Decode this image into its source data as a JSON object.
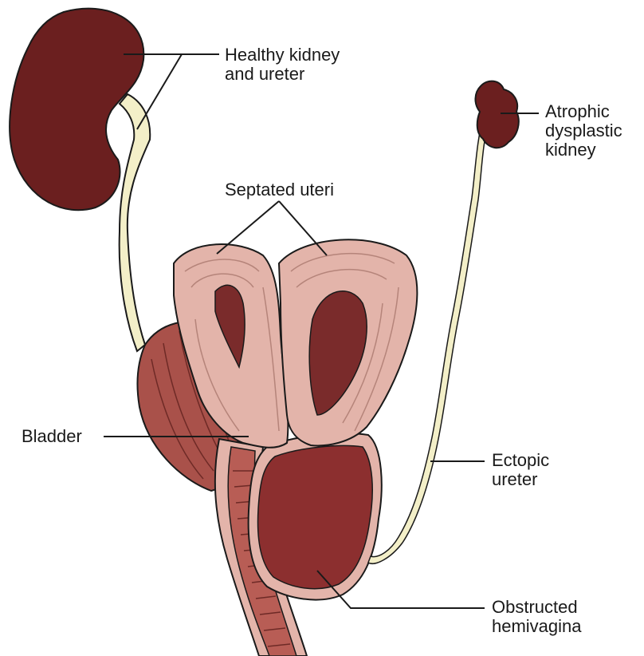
{
  "labels": {
    "healthy_kidney": {
      "line1": "Healthy kidney",
      "line2": "and ureter"
    },
    "atrophic_kidney": {
      "line1": "Atrophic",
      "line2": "dysplastic",
      "line3": "kidney"
    },
    "septated_uteri": "Septated uteri",
    "bladder": "Bladder",
    "ectopic_ureter": {
      "line1": "Ectopic",
      "line2": "ureter"
    },
    "obstructed_hemivagina": {
      "line1": "Obstructed",
      "line2": "hemivagina"
    }
  },
  "colors": {
    "kidney": "#6b1f1f",
    "ureter": "#f3efc8",
    "uterus_outer": "#e3b4aa",
    "uterus_inner": "#7a2b2b",
    "bladder": "#a9514a",
    "vagina": "#b85d55",
    "hemivagina": "#8c2f2f",
    "outline": "#1a1a1a"
  }
}
